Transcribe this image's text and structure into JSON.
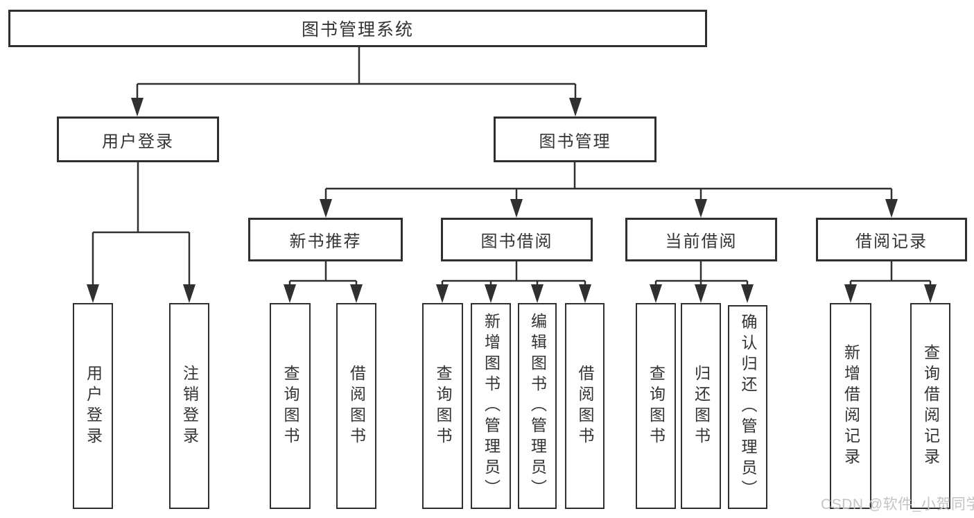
{
  "tree": {
    "root": {
      "label": "图书管理系统"
    },
    "branches": [
      {
        "label": "用户登录",
        "children": [
          {
            "label": "用户登录"
          },
          {
            "label": "注销登录"
          }
        ]
      },
      {
        "label": "图书管理",
        "children": [
          {
            "label": "新书推荐",
            "children": [
              {
                "label": "查询图书"
              },
              {
                "label": "借阅图书"
              }
            ]
          },
          {
            "label": "图书借阅",
            "children": [
              {
                "label": "查询图书"
              },
              {
                "label": "新增图书（管理员）"
              },
              {
                "label": "编辑图书（管理员）"
              },
              {
                "label": "借阅图书"
              }
            ]
          },
          {
            "label": "当前借阅",
            "children": [
              {
                "label": "查询图书"
              },
              {
                "label": "归还图书"
              },
              {
                "label": "确认归还（管理员）"
              }
            ]
          },
          {
            "label": "借阅记录",
            "children": [
              {
                "label": "新增借阅记录"
              },
              {
                "label": "查询借阅记录"
              }
            ]
          }
        ]
      }
    ]
  },
  "watermark": "CSDN @软件_小贺同学",
  "colors": {
    "line": "#303030",
    "border": "#2f2f2f",
    "text": "#333333",
    "watermark": "#c3c3c3",
    "background": "#ffffff"
  }
}
